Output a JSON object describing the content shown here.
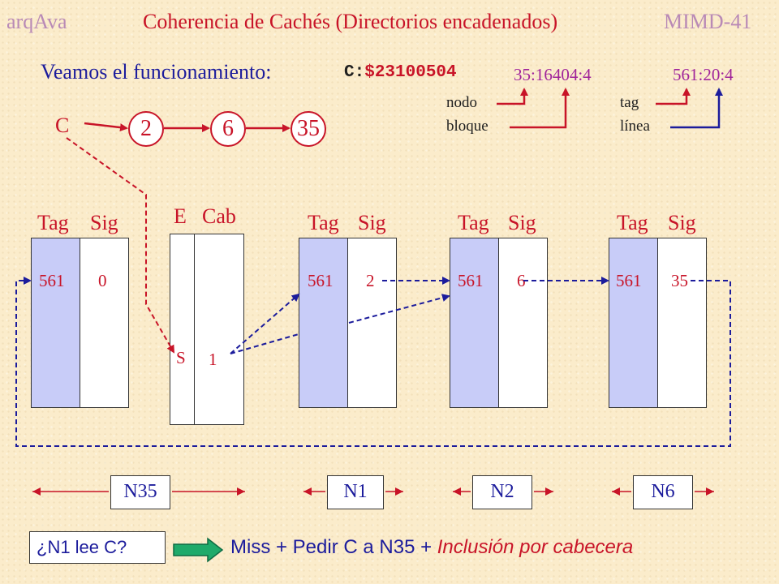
{
  "header": {
    "left": "arqAva",
    "title": "Coherencia de Cachés (Directorios encadenados)",
    "right": "MIMD-41"
  },
  "intro": "Veamos el funcionamiento:",
  "code": {
    "prefix": "C:",
    "value": "$23100504"
  },
  "address_node": "35:16404:4",
  "address_cache": "561:20:4",
  "labels": {
    "nodo": "nodo",
    "bloque": "bloque",
    "tag": "tag",
    "linea": "línea"
  },
  "variable": "C",
  "chain": [
    "2",
    "6",
    "35"
  ],
  "column_headers": {
    "tag": "Tag",
    "sig": "Sig",
    "e": "E",
    "cab": "Cab"
  },
  "caches": [
    {
      "tag": "561",
      "sig": "0"
    },
    {
      "tag": "561",
      "sig": "2"
    },
    {
      "tag": "561",
      "sig": "6"
    },
    {
      "tag": "561",
      "sig": "35"
    }
  ],
  "directory": {
    "e": "S",
    "cab": "1"
  },
  "nodes": [
    "N35",
    "N1",
    "N2",
    "N6"
  ],
  "question": "¿N1 lee C?",
  "answer": {
    "main": "Miss + Pedir C a N35 + ",
    "emphasis": "Inclusión por cabecera"
  },
  "colors": {
    "red": "#c81428",
    "blue": "#1c1c9c",
    "purple": "#a0249a",
    "tag_fill": "#c8ccf8",
    "green": "#1faa6a"
  }
}
